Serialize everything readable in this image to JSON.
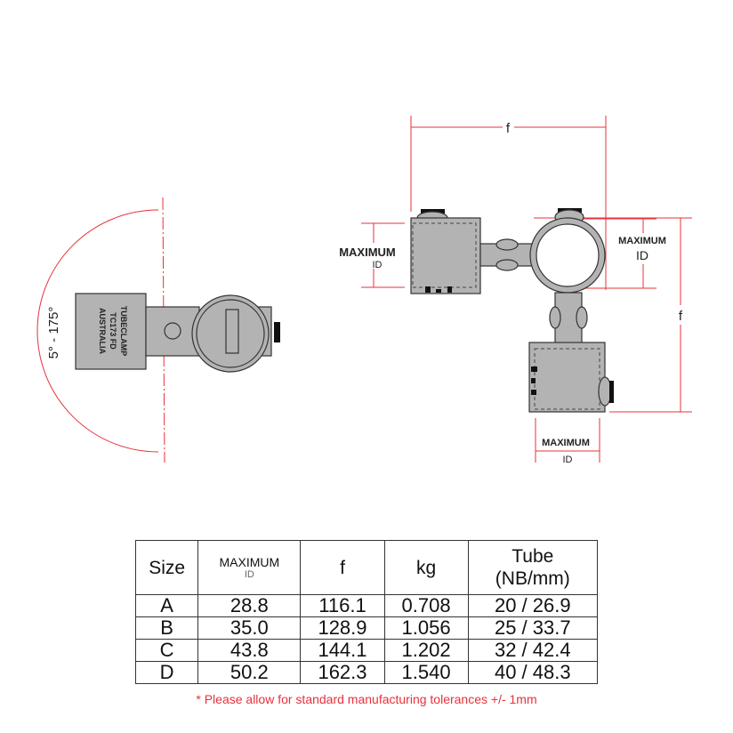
{
  "left_view": {
    "angle_label": "5° - 175°",
    "stamp_lines": [
      "TUBECLAMP",
      "TC173 FD",
      "AUSTRALIA"
    ]
  },
  "right_view": {
    "dim_f_top": "f",
    "dim_f_right": "f",
    "max_id_left": {
      "line1": "MAXIMUM",
      "line2": "ID"
    },
    "max_id_right": {
      "line1": "MAXIMUM",
      "line2": "ID"
    },
    "max_id_bottom": {
      "line1": "MAXIMUM",
      "line2": "ID"
    }
  },
  "table": {
    "headers": {
      "size": "Size",
      "max_line1": "MAXIMUM",
      "max_line2": "ID",
      "f": "f",
      "kg": "kg",
      "tube_line1": "Tube",
      "tube_line2": "(NB/mm)"
    },
    "rows": [
      [
        "A",
        "28.8",
        "116.1",
        "0.708",
        "20 / 26.9"
      ],
      [
        "B",
        "35.0",
        "128.9",
        "1.056",
        "25 / 33.7"
      ],
      [
        "C",
        "43.8",
        "144.1",
        "1.202",
        "32 / 42.4"
      ],
      [
        "D",
        "50.2",
        "162.3",
        "1.540",
        "40 / 48.3"
      ]
    ]
  },
  "note": "* Please allow for standard manufacturing tolerances +/- 1mm",
  "colors": {
    "dimension": "#e8303a",
    "part": "#b3b3b3"
  }
}
